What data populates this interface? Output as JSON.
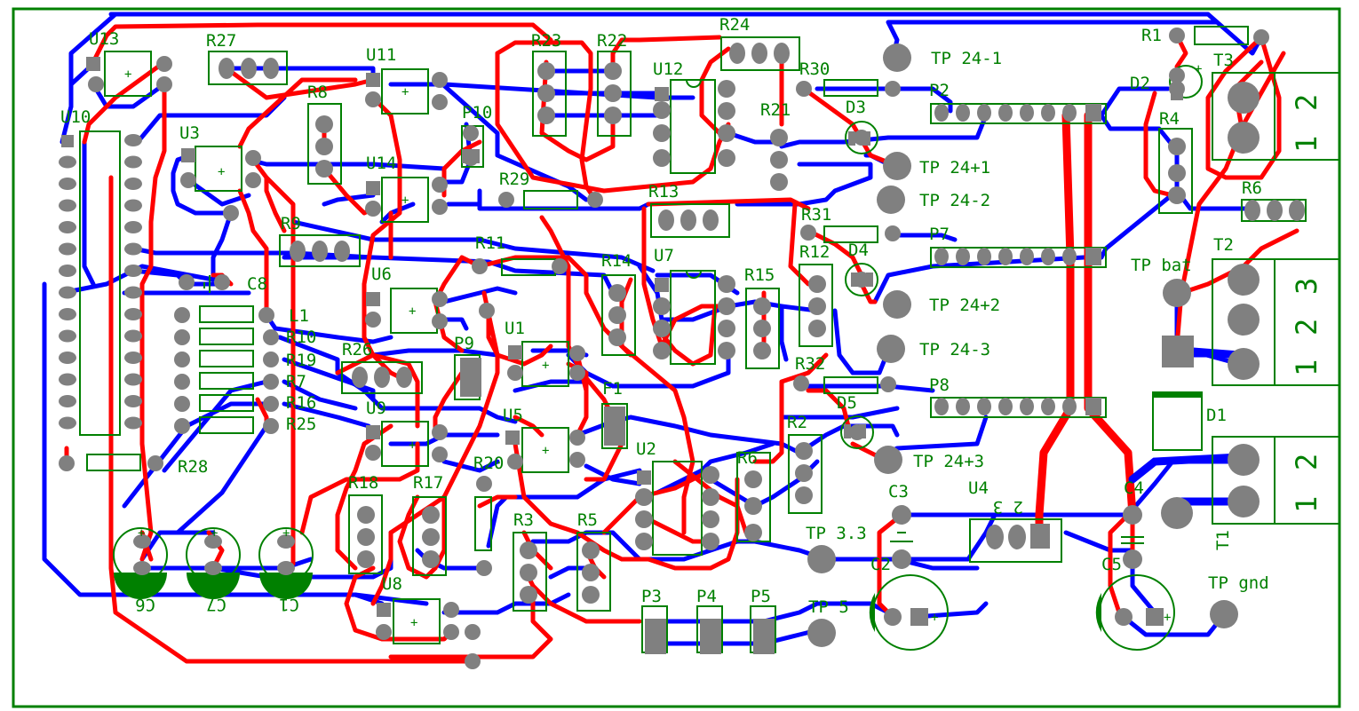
{
  "colors": {
    "background": "#ffffff",
    "outline": "#008000",
    "silkscreen": "#008000",
    "top_trace": "#ff0000",
    "bottom_trace": "#0000ff",
    "pad": "#808080"
  },
  "components": {
    "U13": "U13",
    "R27": "R27",
    "U11": "U11",
    "R23": "R23",
    "R22": "R22",
    "R24": "R24",
    "U12": "U12",
    "R30": "R30",
    "R1": "R1",
    "T3": "T3",
    "D2": "D2",
    "P2": "P2",
    "D3": "D3",
    "R21": "R21",
    "R4": "R4",
    "U10": "U10",
    "U3": "U3",
    "R8": "R8",
    "P10": "P10",
    "U14": "U14",
    "R29": "R29",
    "R13": "R13",
    "R6": "R6",
    "R31": "R31",
    "P7": "P7",
    "D4": "D4",
    "T2": "T2",
    "R9": "R9",
    "R11": "R11",
    "R14": "R14",
    "U7": "U7",
    "R15": "R15",
    "R12": "R12",
    "U6": "U6",
    "C8": "C8",
    "L1": "L1",
    "R10": "R10",
    "R26": "R26",
    "P9": "P9",
    "U1": "U1",
    "R19": "R19",
    "R7": "R7",
    "R32": "R32",
    "P8": "P8",
    "R16": "R16",
    "D5": "D5",
    "F1": "F1",
    "U9": "U9",
    "U5": "U5",
    "R25": "R25",
    "R2": "R2",
    "D1": "D1",
    "R28": "R28",
    "R20": "R20",
    "U2": "U2",
    "R6b": "R6",
    "C3": "C3",
    "U4": "U4",
    "C4": "C4",
    "R18": "R18",
    "R17": "R17",
    "R3": "R3",
    "R5": "R5",
    "C2": "C2",
    "C5": "C5",
    "U8": "U8",
    "P3": "P3",
    "P4": "P4",
    "P5": "P5",
    "C6": "C6",
    "C7": "C7",
    "C1": "C1",
    "T1": "T1"
  },
  "test_points": {
    "tp_24m1": "TP 24-1",
    "tp_24p1": "TP 24+1",
    "tp_24m2": "TP 24-2",
    "tp_24p2": "TP 24+2",
    "tp_24m3": "TP 24-3",
    "tp_24p3": "TP 24+3",
    "tp_bat": "TP bat",
    "tp_33": "TP 3.3",
    "tp_5": "TP 5",
    "tp_gnd": "TP gnd"
  },
  "pin_numbers": {
    "t3_top": "2",
    "t3_bottom": "1",
    "t2_top": "3",
    "t2_mid": "2",
    "t2_bottom": "1",
    "t1_top": "2",
    "t1_bottom": "1",
    "u4_pins": "2 3"
  }
}
